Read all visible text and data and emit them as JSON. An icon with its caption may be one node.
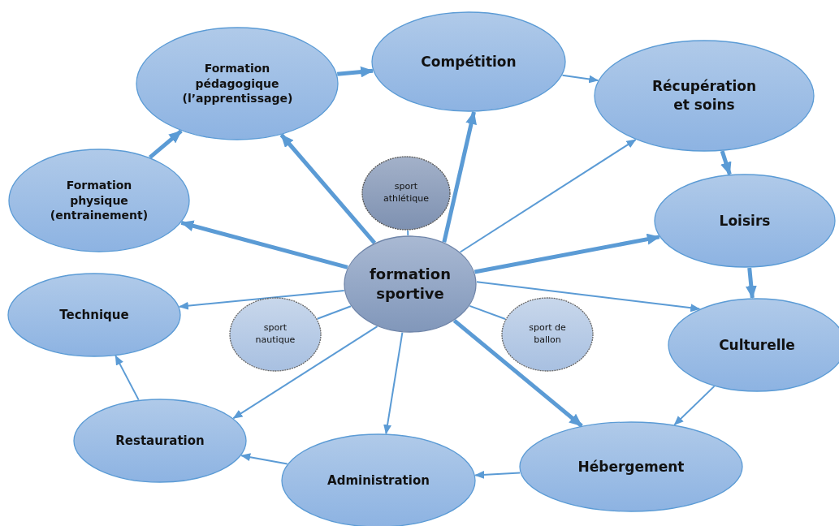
{
  "diagram": {
    "nodes": [
      {
        "text": [
          "Formation pédagogique (l’apprentissage)"
        ]
      },
      {
        "text": [
          "Compétition"
        ]
      },
      {
        "text": [
          "Récupération et soins"
        ]
      },
      {
        "text": [
          "Formation physique (entrainement)"
        ]
      },
      {
        "text": [
          "sport athlétique"
        ]
      },
      {
        "text": [
          "Loisirs"
        ]
      },
      {
        "text": [
          "formation sportive"
        ]
      },
      {
        "text": [
          "Technique"
        ]
      },
      {
        "text": [
          "sport nautique"
        ]
      },
      {
        "text": [
          "sport de ballon"
        ]
      },
      {
        "text": [
          "Culturelle"
        ]
      },
      {
        "text": [
          "Restauration"
        ]
      },
      {
        "text": [
          "Hébergement"
        ]
      },
      {
        "text": [
          "Administration"
        ]
      }
    ],
    "edges": [
      {
        "from": 3,
        "to": 0,
        "arrow": "to",
        "style": "thick"
      },
      {
        "from": 0,
        "to": 1,
        "arrow": "to",
        "style": "thick"
      },
      {
        "from": 1,
        "to": 2,
        "arrow": "to"
      },
      {
        "from": 2,
        "to": 5,
        "arrow": "to",
        "style": "thick"
      },
      {
        "from": 5,
        "to": 10,
        "arrow": "to",
        "style": "thick"
      },
      {
        "from": 10,
        "to": 12,
        "arrow": "to"
      },
      {
        "from": 12,
        "to": 13,
        "arrow": "to"
      },
      {
        "from": 13,
        "to": 11,
        "arrow": "to"
      },
      {
        "from": 11,
        "to": 7,
        "arrow": "to"
      },
      {
        "from": 6,
        "to": 3,
        "arrow": "to",
        "style": "thick"
      },
      {
        "from": 6,
        "to": 0,
        "arrow": "to",
        "style": "thick"
      },
      {
        "from": 6,
        "to": 1,
        "arrow": "to",
        "style": "thick"
      },
      {
        "from": 6,
        "to": 2,
        "arrow": "to"
      },
      {
        "from": 6,
        "to": 5,
        "arrow": "to",
        "style": "thick"
      },
      {
        "from": 6,
        "to": 10,
        "arrow": "to"
      },
      {
        "from": 6,
        "to": 12,
        "arrow": "to",
        "style": "thick"
      },
      {
        "from": 6,
        "to": 13,
        "arrow": "to"
      },
      {
        "from": 6,
        "to": 11,
        "arrow": "to"
      },
      {
        "from": 6,
        "to": 7,
        "arrow": "to"
      },
      {
        "from": 6,
        "to": 4,
        "arrow": "none"
      },
      {
        "from": 6,
        "to": 8,
        "arrow": "none"
      },
      {
        "from": 6,
        "to": 9,
        "arrow": "none"
      }
    ]
  }
}
